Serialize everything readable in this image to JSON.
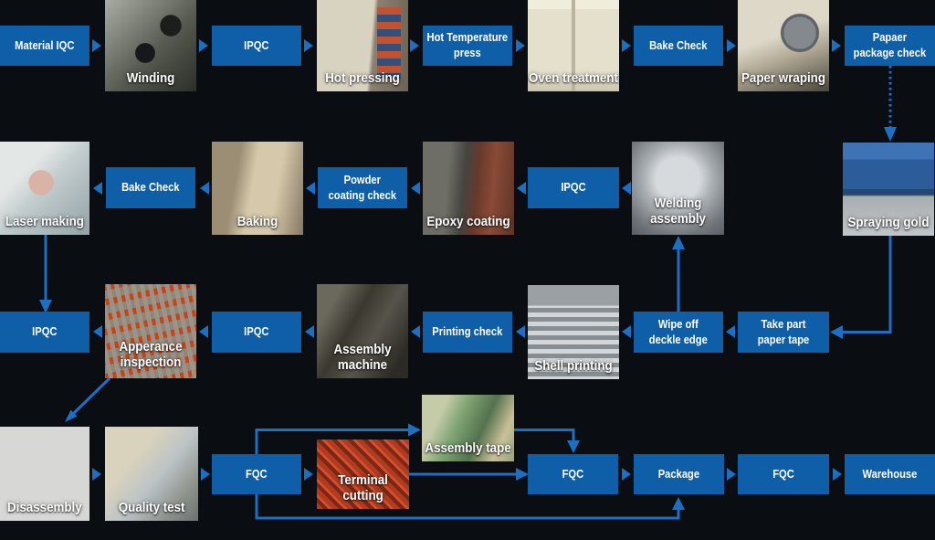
{
  "palette": {
    "background": "#0a0d12",
    "box_blue": "#0f5ea8",
    "arrow_blue": "#1b70c4",
    "text_white": "#ffffff"
  },
  "rows": [
    {
      "name": "row-1",
      "cells": [
        {
          "kind": "box",
          "label": "Material IQC"
        },
        {
          "kind": "photo",
          "caption": "Winding"
        },
        {
          "kind": "box",
          "label": "IPQC"
        },
        {
          "kind": "photo",
          "caption": "Hot pressing"
        },
        {
          "kind": "box",
          "label": "Hot Temperature\npress"
        },
        {
          "kind": "photo",
          "caption": "Oven treatment"
        },
        {
          "kind": "box",
          "label": "Bake Check"
        },
        {
          "kind": "photo",
          "caption": "Paper wraping"
        },
        {
          "kind": "box",
          "label": "Papaer\npackage check"
        }
      ]
    },
    {
      "name": "row-2",
      "cells": [
        {
          "kind": "photo",
          "caption": "Laser making"
        },
        {
          "kind": "box",
          "label": "Bake Check"
        },
        {
          "kind": "photo",
          "caption": "Baking"
        },
        {
          "kind": "box",
          "label": "Powder\ncoating check"
        },
        {
          "kind": "photo",
          "caption": "Epoxy coating"
        },
        {
          "kind": "box",
          "label": "IPQC"
        },
        {
          "kind": "photo",
          "caption": "Welding\nassembly"
        },
        {
          "kind": "photo",
          "caption": "Spraying gold"
        }
      ]
    },
    {
      "name": "row-3",
      "cells": [
        {
          "kind": "box",
          "label": "IPQC"
        },
        {
          "kind": "photo",
          "caption": "Apperance\ninspection"
        },
        {
          "kind": "box",
          "label": "IPQC"
        },
        {
          "kind": "photo",
          "caption": "Assembly\nmachine"
        },
        {
          "kind": "box",
          "label": "Printing check"
        },
        {
          "kind": "photo",
          "caption": "Shell printing"
        },
        {
          "kind": "box",
          "label": "Wipe off\ndeckle edge"
        },
        {
          "kind": "box",
          "label": "Take part\npaper tape"
        }
      ]
    },
    {
      "name": "row-4",
      "cells": [
        {
          "kind": "photo",
          "caption": "Disassembly"
        },
        {
          "kind": "photo",
          "caption": "Quality test"
        },
        {
          "kind": "box",
          "label": "FQC"
        },
        {
          "kind": "photo",
          "caption": "Terminal cutting"
        },
        {
          "kind": "photo",
          "caption": "Assembly tape"
        },
        {
          "kind": "box",
          "label": "FQC"
        },
        {
          "kind": "box",
          "label": "Package"
        },
        {
          "kind": "box",
          "label": "FQC"
        },
        {
          "kind": "box",
          "label": "Warehouse"
        }
      ]
    }
  ]
}
